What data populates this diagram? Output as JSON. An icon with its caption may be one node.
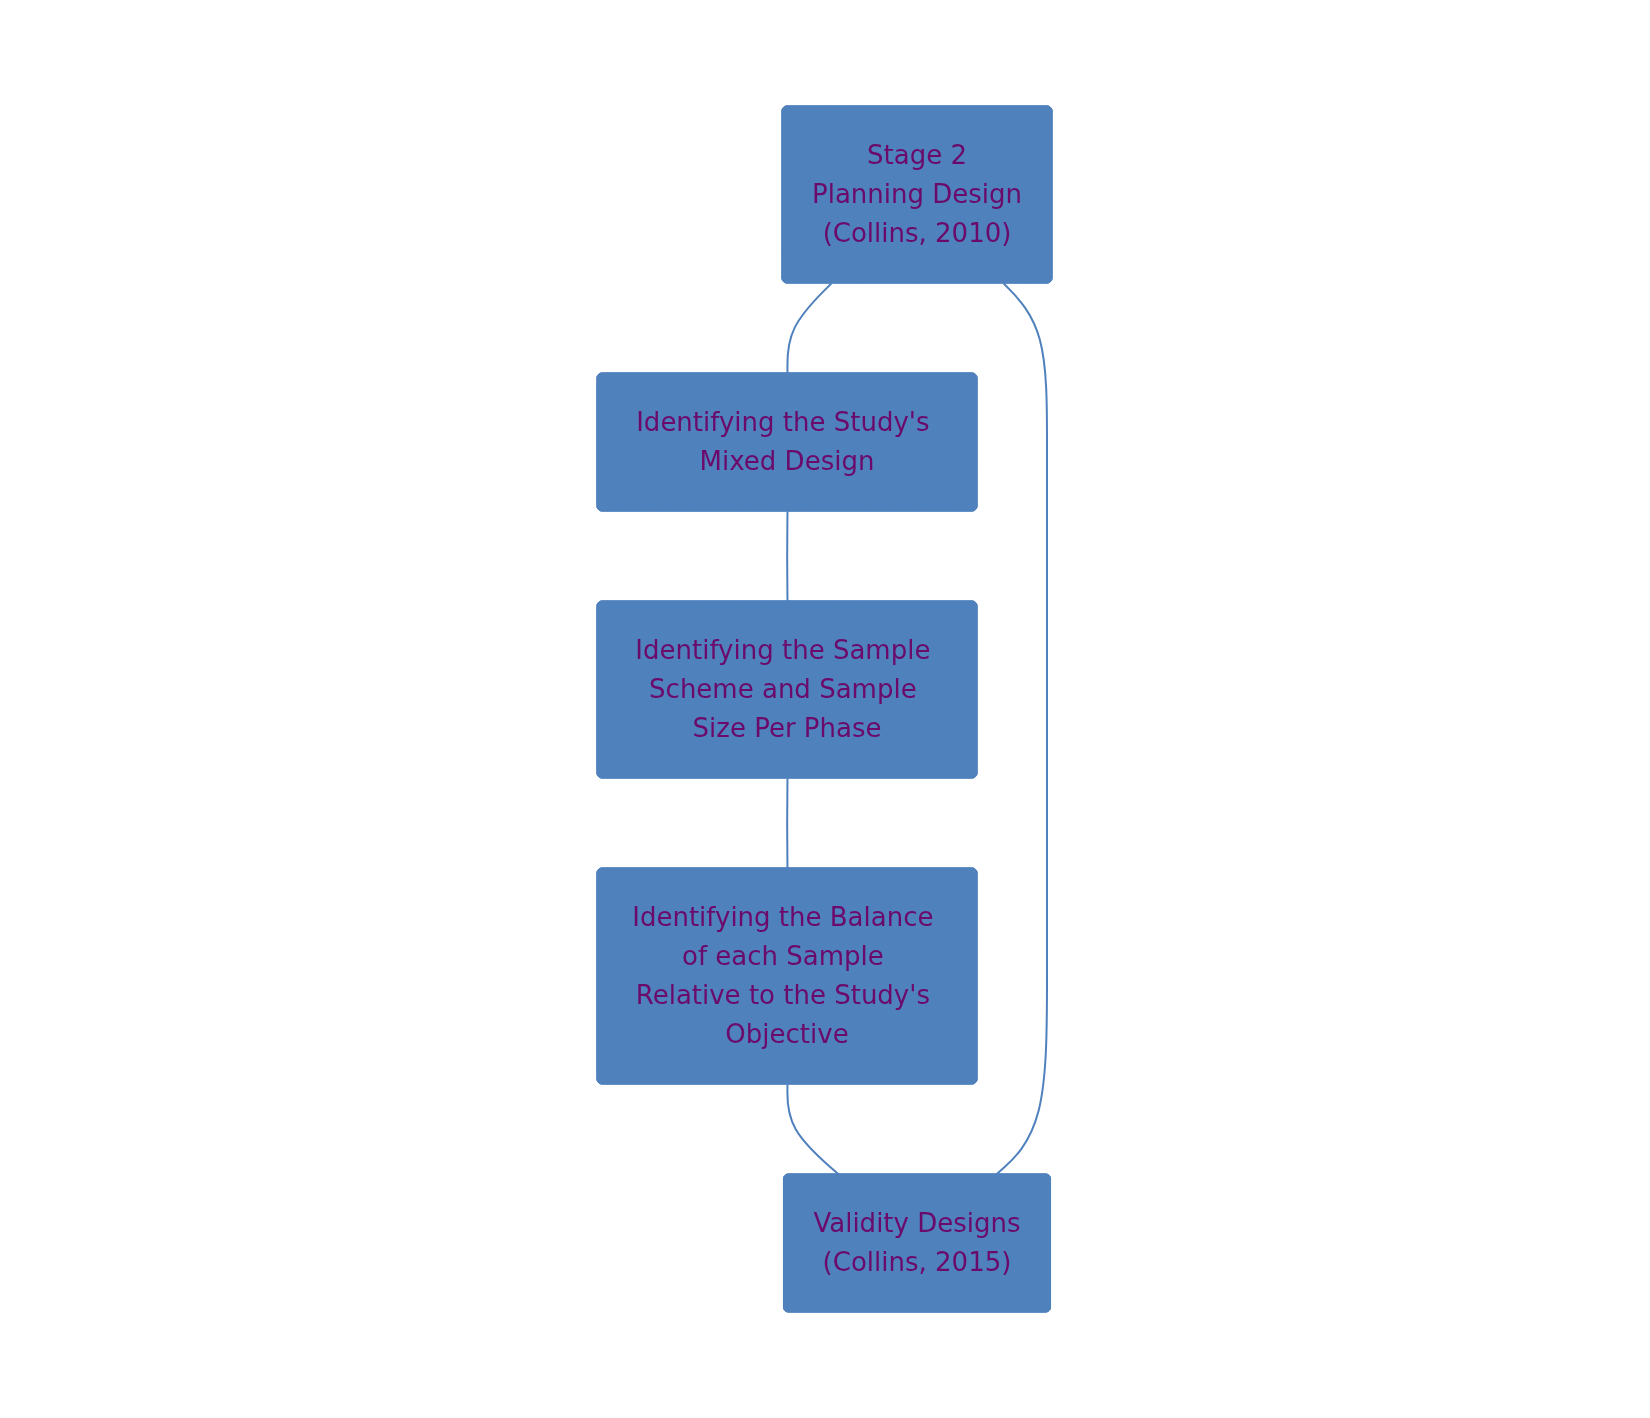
{
  "diagram": {
    "nodes": [
      {
        "text": [
          "Stage 2",
          "Planning Design",
          "(Collins, 2010)"
        ]
      },
      {
        "text": [
          "Identifying the Study's Mixed Design"
        ]
      },
      {
        "text": [
          "Identifying the Sample Scheme and Sample Size Per Phase"
        ]
      },
      {
        "text": [
          "Identifying the Balance of each Sample Relative to the Study's Objective"
        ]
      },
      {
        "text": [
          "Validity Designs",
          "(Collins, 2015)"
        ]
      }
    ],
    "edges": [
      {
        "from": 0,
        "to": 1,
        "arrow": "none"
      },
      {
        "from": 1,
        "to": 2,
        "arrow": "none"
      },
      {
        "from": 2,
        "to": 3,
        "arrow": "none"
      },
      {
        "from": 3,
        "to": 4,
        "arrow": "none"
      },
      {
        "from": 4,
        "to": 0,
        "arrow": "none"
      }
    ]
  }
}
